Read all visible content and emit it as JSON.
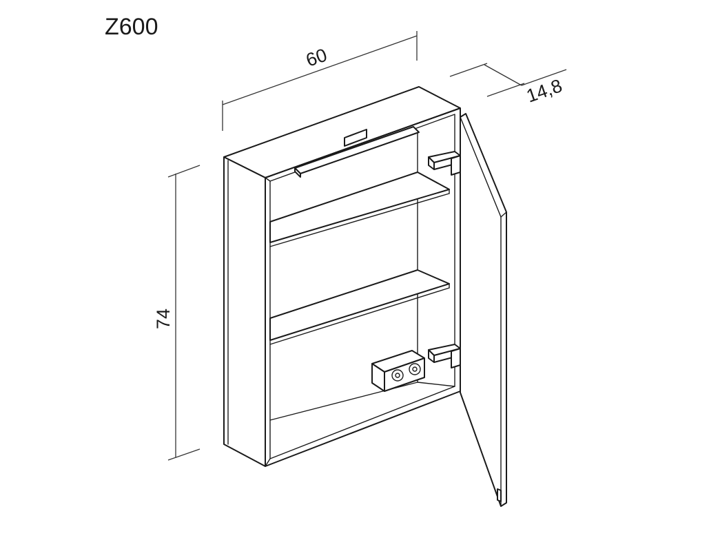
{
  "drawing": {
    "model_code": "Z600",
    "dimensions": {
      "width": "60",
      "depth": "14,8",
      "height": "74"
    },
    "line_color": "#1a1a1a",
    "background_color": "#ffffff"
  }
}
